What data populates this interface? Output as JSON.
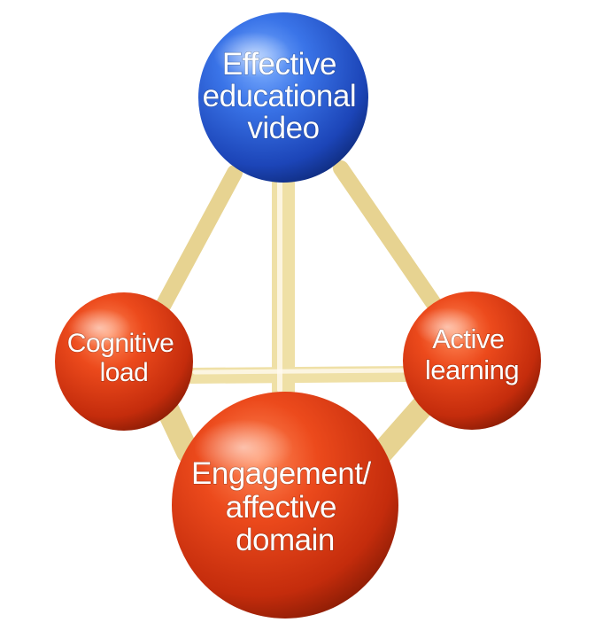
{
  "diagram": {
    "nodes": {
      "top": {
        "lines": [
          "Effective",
          "educational",
          "video"
        ],
        "color": "#2f63d8"
      },
      "left": {
        "lines": [
          "Cognitive",
          "load"
        ],
        "color": "#e0401a"
      },
      "right": {
        "lines": [
          "Active",
          "learning"
        ],
        "color": "#e0401a"
      },
      "bottom": {
        "lines": [
          "Engagement/",
          "affective",
          "domain"
        ],
        "color": "#e0401a"
      }
    },
    "connector_color": "#f3e1a6"
  }
}
